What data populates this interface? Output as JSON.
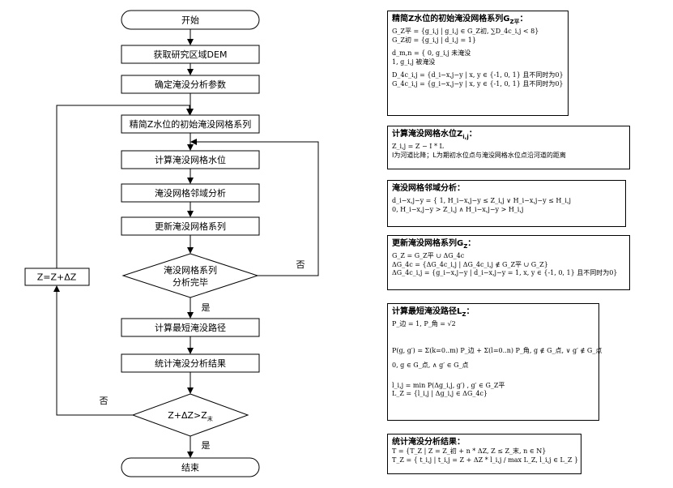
{
  "flowchart": {
    "start": "开始",
    "step1": "获取研究区域DEM",
    "step2": "确定淹没分析参数",
    "step3": "精简Z水位的初始淹没网格系列",
    "step4": "计算淹没网格水位",
    "step5": "淹没网格邻域分析",
    "step6": "更新淹没网格系列",
    "decision1": [
      "淹没网格系列",
      "分析完毕"
    ],
    "step7": "计算最短淹没路径",
    "step8": "统计淹没分析结果",
    "decision2": "Z+ΔZ>Z",
    "decision2_sub": "末",
    "end": "结束",
    "loop_box": "Z=Z+ΔZ",
    "yes": "是",
    "no": "否"
  },
  "panels": [
    {
      "title": "精简Z水位的初始淹没网格系列G",
      "title_sub": "Z平",
      "lines": [
        "G_Z平 = {g_i,j | g_i,j ∈ G_Z初, ∑D_4c_i,j < 8}",
        "G_Z初 = {g_i,j | d_i,j = 1}",
        "d_m,n = { 0,  g_i,j 未淹没",
        "        1,  g_i,j 被淹没",
        "D_4c_i,j = {d_i−x,j−y | x, y ∈ {-1, 0, 1} 且不同时为0}",
        "G_4c_i,j = {g_i−x,j−y | x, y ∈ {-1, 0, 1} 且不同时为0}"
      ]
    },
    {
      "title": "计算淹没网格水位Z",
      "title_sub": "i,j",
      "lines": [
        "Z_i,j = Z − I * L",
        "I为河道比降；L为期初水位点与淹没网格水位点沿河道的距离"
      ]
    },
    {
      "title": "淹没网格邻域分析：",
      "title_sub": "",
      "lines": [
        "d_i−x,j−y = { 1,  H_i−x,j−y ≤ Z_i,j ∨ H_i−x,j−y ≤ H_i,j",
        "            0,  H_i−x,j−y > Z_i,j ∧ H_i−x,j−y > H_i,j"
      ]
    },
    {
      "title": "更新淹没网格系列G",
      "title_sub": "Z",
      "lines": [
        "G_Z = G_Z平 ∪ ΔG_4c",
        "ΔG_4c = {ΔG_4c_i,j | ΔG_4c_i,j ∉ G_Z平 ∪ G_Z}",
        "ΔG_4c_i,j = {g_i−x,j−y | d_i−x,j−y = 1, x, y ∈ {-1, 0, 1} 且不同时为0}"
      ]
    },
    {
      "title": "计算最短淹没路径L",
      "title_sub": "Z",
      "lines": [
        "P_边 = 1, P_角 = √2",
        "P(g, g′) = Σ(k=0..m) P_边 + Σ(l=0..n) P_角,   g ∉ G_点, ∨ g′ ∉ G_点",
        "           0,                              g ∈ G_点, ∧ g′ ∈ G_点",
        "l_i,j = min P(Δg_i,j, g′) , g′ ∈ G_Z平",
        "L_Z = {l_i,j | Δg_i,j ∈ ΔG_4c}"
      ]
    },
    {
      "title": "统计淹没分析结果：",
      "title_sub": "",
      "lines": [
        "T = {T_Z | Z = Z_初 + n * ΔZ, Z ≤ Z_末, n ∈ N}",
        "T_Z = { t_i,j | t_i,j = Z + ΔZ * l_i,j / max L_Z, l_i,j ∈ L_Z }"
      ]
    }
  ]
}
